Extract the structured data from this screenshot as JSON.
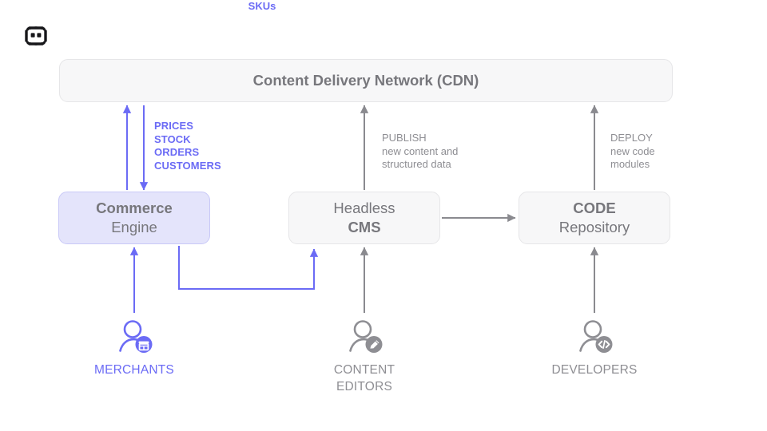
{
  "brand": {
    "logo_icon": "bot-logo-icon"
  },
  "colors": {
    "accent_blue": "#6b6bf5",
    "node_blue_fill": "#e4e4fb",
    "node_grey_fill": "#f7f7f8",
    "node_border": "#e6e6e8",
    "text_grey": "#77777c",
    "label_grey": "#8e8e93",
    "arrow_grey": "#8a8a8f",
    "background": "#ffffff"
  },
  "nodes": {
    "cdn": {
      "title": "Content Delivery Network (CDN)"
    },
    "commerce": {
      "line1": "Commerce",
      "line2": "Engine"
    },
    "cms": {
      "line1": "Headless",
      "line2": "CMS"
    },
    "code": {
      "line1": "CODE",
      "line2": "Repository"
    }
  },
  "edge_labels": {
    "commerce_cdn": {
      "items": [
        "PRICES",
        "STOCK",
        "ORDERS",
        "CUSTOMERS"
      ]
    },
    "cms_cdn": {
      "head": "PUBLISH",
      "line2": "new content and",
      "line3": "structured data"
    },
    "code_cdn": {
      "head": "DEPLOY",
      "line2": "new code",
      "line3": "modules"
    },
    "commerce_cms": {
      "text": "SKUs"
    }
  },
  "personas": [
    {
      "id": "merchants",
      "icon": "user-store-icon",
      "line1": "MERCHANTS",
      "line2": ""
    },
    {
      "id": "editors",
      "icon": "user-pencil-icon",
      "line1": "CONTENT",
      "line2": "EDITORS"
    },
    {
      "id": "developers",
      "icon": "user-code-icon",
      "line1": "DEVELOPERS",
      "line2": ""
    }
  ]
}
